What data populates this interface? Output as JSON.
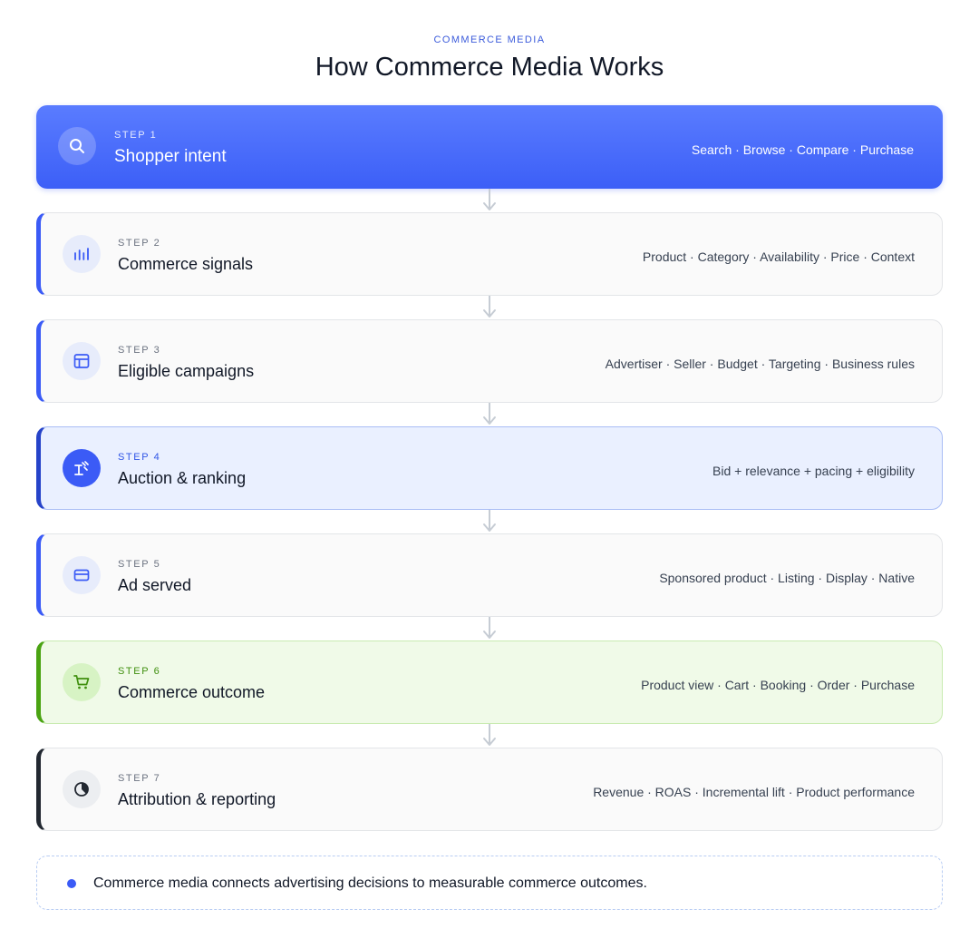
{
  "header": {
    "eyebrow": "COMMERCE MEDIA",
    "title": "How Commerce Media Works"
  },
  "steps": [
    {
      "label": "STEP 1",
      "title": "Shopper intent",
      "detail": "Search · Browse · Compare · Purchase",
      "icon": "search-icon"
    },
    {
      "label": "STEP 2",
      "title": "Commerce signals",
      "detail": "Product · Category · Availability · Price · Context",
      "icon": "bar-chart-icon"
    },
    {
      "label": "STEP 3",
      "title": "Eligible campaigns",
      "detail": "Advertiser · Seller · Budget · Targeting · Business rules",
      "icon": "layout-icon"
    },
    {
      "label": "STEP 4",
      "title": "Auction & ranking",
      "detail": "Bid + relevance + pacing + eligibility",
      "icon": "gavel-icon"
    },
    {
      "label": "STEP 5",
      "title": "Ad served",
      "detail": "Sponsored product · Listing · Display · Native",
      "icon": "card-icon"
    },
    {
      "label": "STEP 6",
      "title": "Commerce outcome",
      "detail": "Product view · Cart · Booking · Order · Purchase",
      "icon": "cart-icon"
    },
    {
      "label": "STEP 7",
      "title": "Attribution & reporting",
      "detail": "Revenue · ROAS · Incremental lift · Product performance",
      "icon": "pie-chart-icon"
    }
  ],
  "note": {
    "text": "Commerce media connects advertising decisions to measurable commerce outcomes."
  },
  "colors": {
    "accent": "#3b5bf6",
    "success": "#4aa312",
    "dark": "#222831"
  }
}
